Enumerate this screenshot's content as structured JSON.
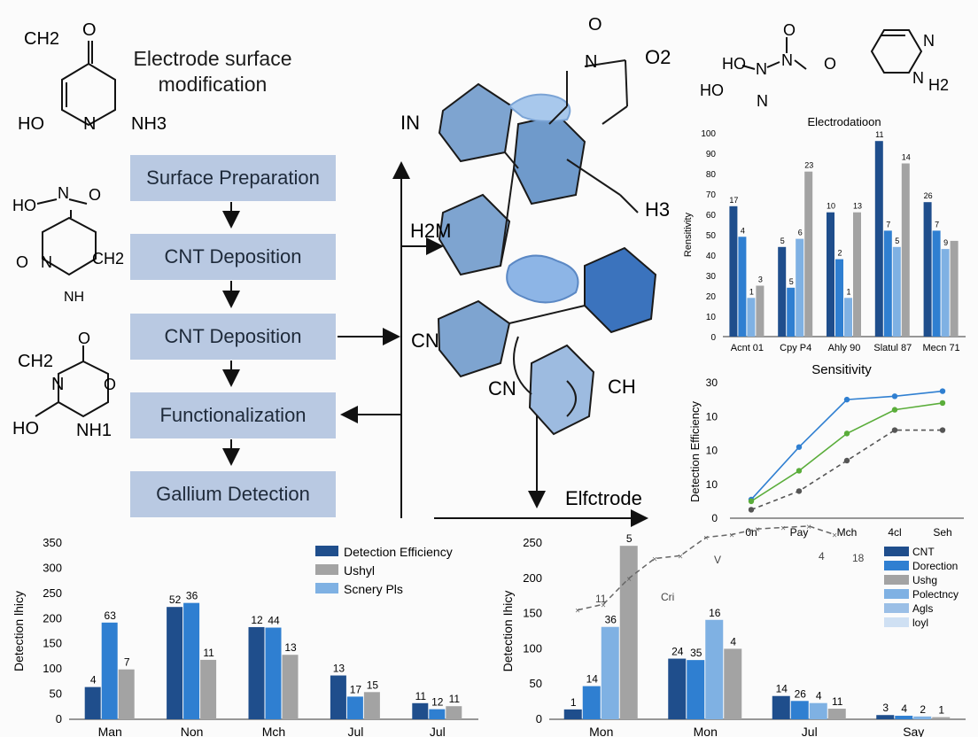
{
  "header": {
    "title_line1": "Electrode surface",
    "title_line2": "modification"
  },
  "flow": {
    "steps": [
      "Surface Preparation",
      "CNT Deposition",
      "CNT Deposition",
      "Functionalization",
      "Gallium Detection"
    ]
  },
  "molecules": {
    "top_left": {
      "ch2": "CH2",
      "o": "O",
      "ho": "HO",
      "n": "N",
      "nh3": "NH3"
    },
    "mid_left": {
      "ho": "HO",
      "n1": "N",
      "o1": "O",
      "o2": "O",
      "n2": "N",
      "ch2": "CH2",
      "nh": "NH"
    },
    "bottom_left": {
      "ch2": "CH2",
      "o1": "O",
      "n": "N",
      "o2": "O",
      "ho": "HO",
      "nh1": "NH1"
    },
    "top_right_a": {
      "ho1": "HO",
      "n1": "N",
      "o1": "O",
      "n2": "N",
      "o2": "O",
      "ho2": "HO",
      "n3": "N"
    },
    "top_right_b": {
      "n1": "N",
      "n2": "N",
      "h2": "H2"
    }
  },
  "center": {
    "in": "IN",
    "h2m": "H2M",
    "cn1": "CN",
    "cn2": "CN",
    "ch": "CH",
    "h3": "H3",
    "o2": "O2",
    "n_label": "N",
    "o_label": "O",
    "electrode": "Elfctrode"
  },
  "colors": {
    "dark_blue": "#1f4e8c",
    "mid_blue": "#2f7fd1",
    "light_blue": "#7fb1e3",
    "gray": "#a3a3a3",
    "green": "#5aad3a",
    "flow_box": "#b9c9e2"
  },
  "chart_data": [
    {
      "id": "top_right_bar",
      "type": "bar",
      "title": "Electrodatioon",
      "xlabel": "",
      "ylabel": "Rensitivity",
      "ylim": [
        0,
        100
      ],
      "yticks": [
        "0",
        "10",
        "20",
        "30",
        "40",
        "50",
        "60",
        "70",
        "80",
        "90",
        "100"
      ],
      "categories": [
        "Acnt 01",
        "Cpy P4",
        "Ahly 90",
        "Slatul 87",
        "Mecn 71"
      ],
      "series": [
        {
          "values": [
            64,
            44,
            61,
            96,
            66
          ],
          "labels": [
            "17",
            "5",
            "10",
            "11",
            "26"
          ]
        },
        {
          "values": [
            49,
            24,
            38,
            52,
            52
          ],
          "labels": [
            "4",
            "5",
            "2",
            "7",
            "7"
          ]
        },
        {
          "values": [
            19,
            48,
            19,
            44,
            43
          ],
          "labels": [
            "1",
            "6",
            "1",
            "5",
            "9"
          ]
        },
        {
          "values": [
            25,
            81,
            61,
            85,
            47
          ],
          "labels": [
            "3",
            "23",
            "13",
            "14",
            ""
          ]
        }
      ]
    },
    {
      "id": "mid_right_line",
      "type": "line",
      "title": "Sensitivity",
      "xlabel": "",
      "ylabel": "Detection Efficiency",
      "yticks": [
        "0",
        "10",
        "10",
        "10",
        "30"
      ],
      "categories": [
        "0n",
        "Pay",
        "Mch",
        "4cl",
        "Seh"
      ],
      "series": [
        {
          "values": [
            5.5,
            21,
            35,
            36,
            37.5
          ]
        },
        {
          "values": [
            5,
            14,
            25,
            32,
            34
          ]
        },
        {
          "values": [
            2.5,
            8,
            17,
            26,
            26
          ]
        }
      ]
    },
    {
      "id": "bottom_left_bar",
      "type": "bar",
      "title": "",
      "xlabel": "",
      "ylabel": "Detection lhicy",
      "ylim": [
        0,
        350
      ],
      "yticks": [
        "0",
        "50",
        "100",
        "150",
        "200",
        "250",
        "300",
        "350"
      ],
      "categories": [
        "Man",
        "Non",
        "Mch",
        "Jul",
        "Jul"
      ],
      "legend": [
        "Detection Efficiency",
        "Ushyl",
        "Scnery Pls"
      ],
      "series": [
        {
          "values": [
            64,
            223,
            183,
            87,
            32
          ],
          "labels": [
            "4",
            "52",
            "12",
            "13",
            "11"
          ]
        },
        {
          "values": [
            192,
            231,
            182,
            45,
            20
          ],
          "labels": [
            "63",
            "36",
            "44",
            "17",
            "12"
          ]
        },
        {
          "values": [
            99,
            118,
            128,
            54,
            26
          ],
          "labels": [
            "7",
            "11",
            "13",
            "15",
            "11"
          ]
        }
      ]
    },
    {
      "id": "bottom_right_bar",
      "type": "bar",
      "title": "",
      "xlabel": "",
      "ylabel": "Detection Ihicy",
      "ylim": [
        0,
        250
      ],
      "yticks": [
        "0",
        "50",
        "100",
        "150",
        "200",
        "250"
      ],
      "categories": [
        "Mon",
        "Mon",
        "Jul",
        "Say"
      ],
      "legend": [
        "CNT",
        "Dorection",
        "Ushg",
        "Polectncy",
        "Agls",
        "loyl"
      ],
      "series": [
        {
          "values": [
            14,
            86,
            33,
            6
          ],
          "labels": [
            "1",
            "24",
            "14",
            "3"
          ]
        },
        {
          "values": [
            47,
            84,
            26,
            5
          ],
          "labels": [
            "14",
            "35",
            "26",
            "4"
          ]
        },
        {
          "values": [
            131,
            141,
            23,
            4
          ],
          "labels": [
            "36",
            "16",
            "4",
            "2"
          ]
        },
        {
          "values": [
            246,
            100,
            15,
            3
          ],
          "labels": [
            "5",
            "4",
            "11",
            "1"
          ]
        }
      ],
      "trend": {
        "values": [
          155,
          163,
          200,
          228,
          232,
          258,
          262,
          270,
          272,
          274,
          262
        ],
        "labels": [
          "11",
          "V",
          "4",
          "18",
          "Cri"
        ]
      }
    }
  ]
}
